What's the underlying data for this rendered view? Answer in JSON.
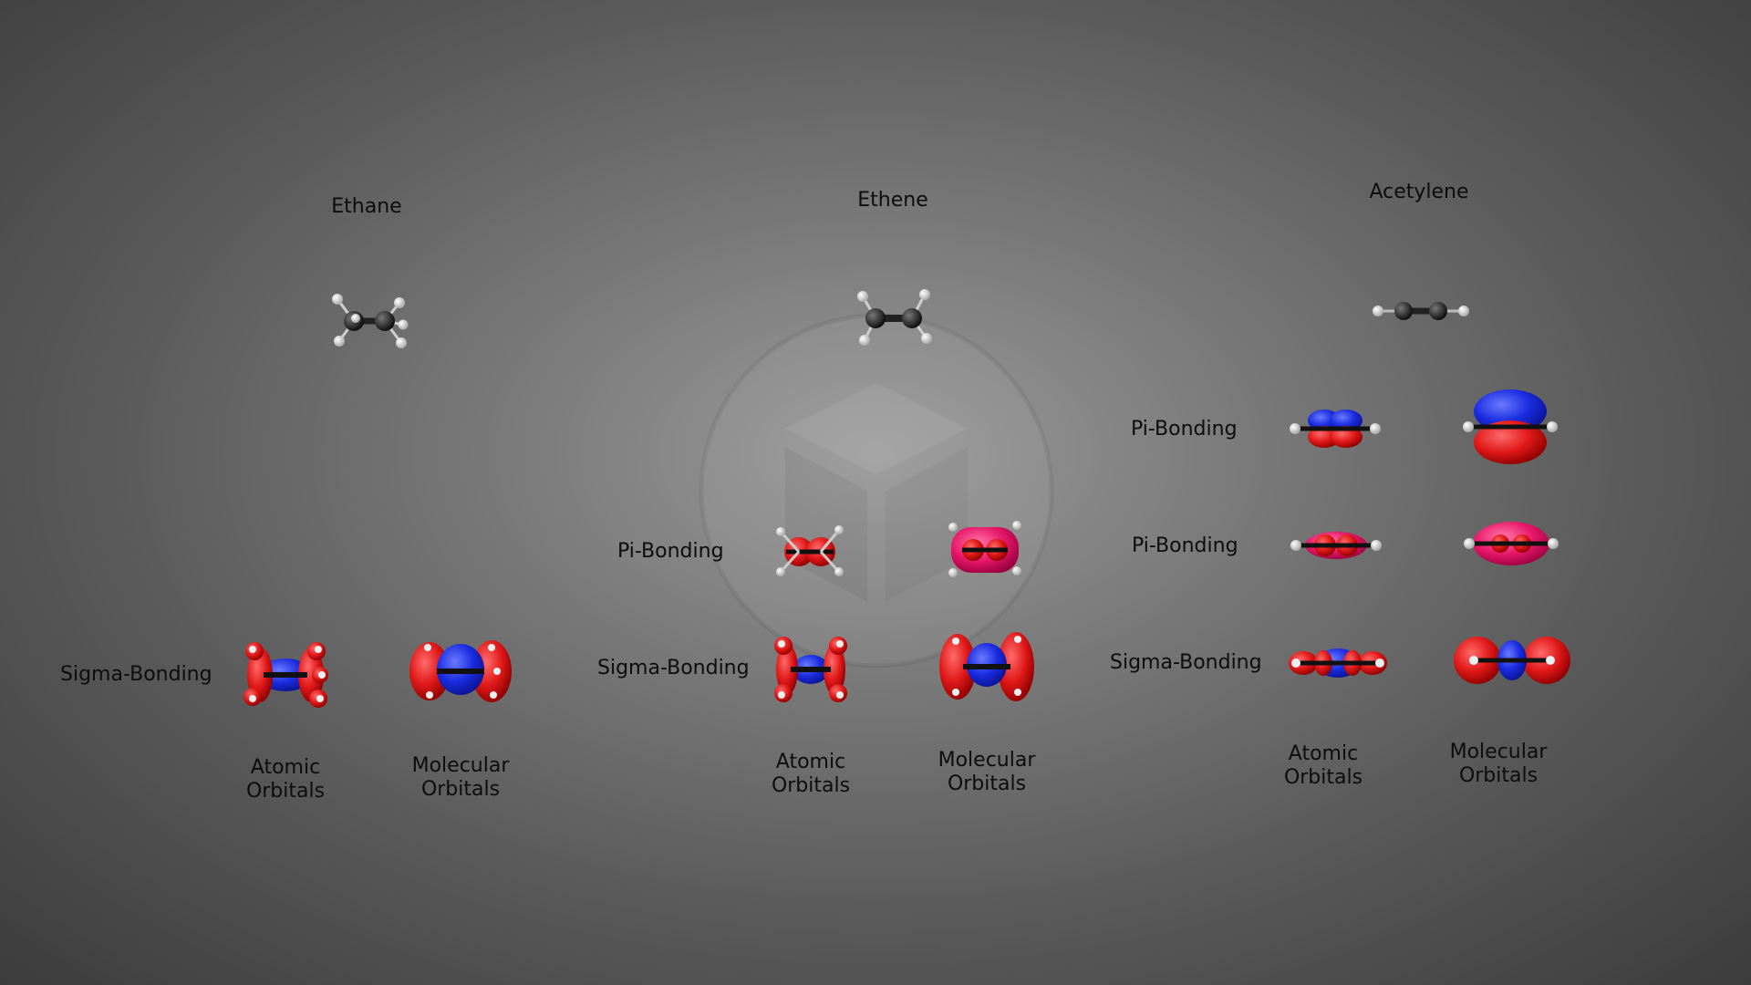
{
  "columns": [
    {
      "title": "Ethane",
      "row_labels": [
        "Sigma-Bonding"
      ],
      "footer": {
        "atomic": "Atomic\nOrbitals",
        "molecular": "Molecular\nOrbitals"
      }
    },
    {
      "title": "Ethene",
      "row_labels": [
        "Pi-Bonding",
        "Sigma-Bonding"
      ],
      "footer": {
        "atomic": "Atomic\nOrbitals",
        "molecular": "Molecular\nOrbitals"
      }
    },
    {
      "title": "Acetylene",
      "row_labels": [
        "Pi-Bonding",
        "Pi-Bonding",
        "Sigma-Bonding"
      ],
      "footer": {
        "atomic": "Atomic\nOrbitals",
        "molecular": "Molecular\nOrbitals"
      }
    }
  ],
  "colors": {
    "carbon": "#1c1c1c",
    "hydrogen": "#f2f2f2",
    "orbital_positive": "#e01818",
    "orbital_negative": "#1a2ce0",
    "pi_bonding": "#e8186a"
  },
  "icons": [
    "viewer-logo-watermark-icon",
    "ethane-molecule-icon",
    "ethene-molecule-icon",
    "acetylene-molecule-icon"
  ]
}
